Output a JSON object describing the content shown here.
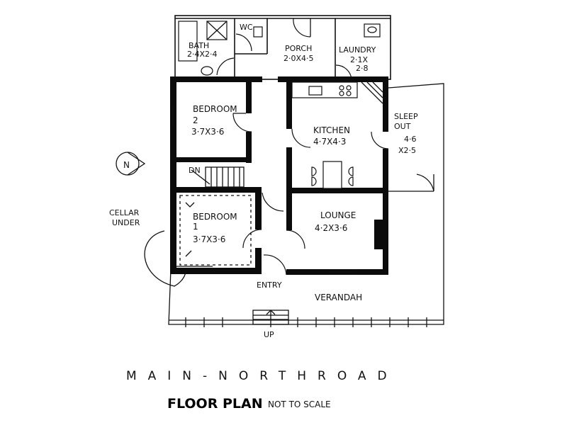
{
  "rooms": {
    "bath": {
      "name": "BATH",
      "size": "2·4X2·4"
    },
    "wc": {
      "name": "WC"
    },
    "porch": {
      "name": "PORCH",
      "size": "2·0X4·5"
    },
    "laundry": {
      "name": "LAUNDRY",
      "size_a": "2·1X",
      "size_b": "2·8"
    },
    "bedroom2": {
      "name": "BEDROOM",
      "number": "2",
      "size": "3·7X3·6"
    },
    "kitchen": {
      "name": "KITCHEN",
      "size": "4·7X4·3"
    },
    "sleepout": {
      "name_a": "SLEEP",
      "name_b": "OUT",
      "size_a": "4·6",
      "size_b": "X2·5"
    },
    "bedroom1": {
      "name": "BEDROOM",
      "number": "1",
      "size": "3·7X3·6"
    },
    "lounge": {
      "name": "LOUNGE",
      "size": "4·2X3·6"
    }
  },
  "labels": {
    "stair_down": "DN",
    "cellar_a": "CELLAR",
    "cellar_b": "UNDER",
    "entry": "ENTRY",
    "verandah": "VERANDAH",
    "up": "UP",
    "north": "N"
  },
  "footer": {
    "road": "MAIN-NORTHROAD",
    "title": "FLOOR PLAN",
    "scale_note": "NOT TO SCALE"
  }
}
